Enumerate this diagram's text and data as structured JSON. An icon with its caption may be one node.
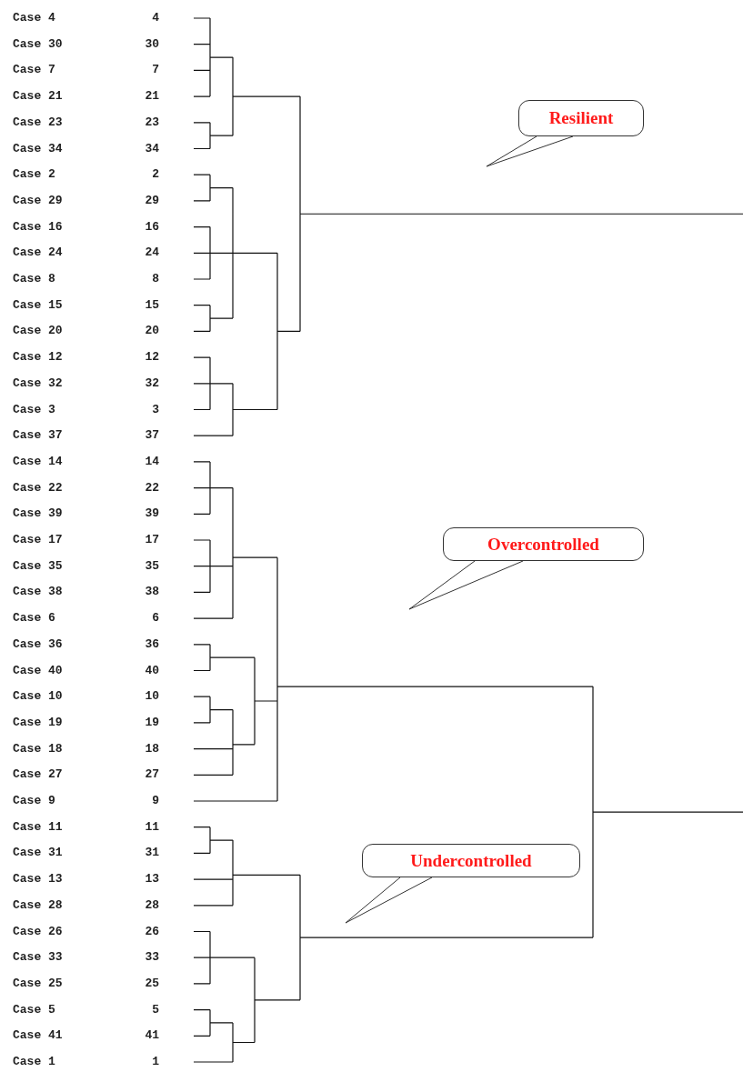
{
  "diagram": {
    "nodes": [
      {
        "text": [
          "Resilient"
        ]
      },
      {
        "text": [
          "Overcontrolled"
        ]
      },
      {
        "text": [
          "Undercontrolled"
        ]
      }
    ],
    "edges": [
      {
        "from": 0,
        "to": null,
        "arrow": "none"
      },
      {
        "from": 1,
        "to": null,
        "arrow": "none"
      },
      {
        "from": 2,
        "to": null,
        "arrow": "none"
      }
    ],
    "labels": [
      "Case 4",
      "4",
      "Case 30",
      "30",
      "Case 7",
      "7",
      "Case 21",
      "21",
      "Case 23",
      "23",
      "Case 34",
      "34",
      "Case 2",
      "2",
      "Case 29",
      "29",
      "Case 16",
      "16",
      "Case 24",
      "24",
      "Case 8",
      "8",
      "Case 15",
      "15",
      "Case 20",
      "20",
      "Case 12",
      "12",
      "Case 32",
      "32",
      "Case 3",
      "3",
      "Case 37",
      "37",
      "Case 14",
      "14",
      "Case 22",
      "22",
      "Case 39",
      "39",
      "Case 17",
      "17",
      "Case 35",
      "35",
      "Case 38",
      "38",
      "Case 6",
      "6",
      "Case 36",
      "36",
      "Case 40",
      "40",
      "Case 10",
      "10",
      "Case 19",
      "19",
      "Case 18",
      "18",
      "Case 27",
      "27",
      "Case 9",
      "9",
      "Case 11",
      "11",
      "Case 31",
      "31",
      "Case 13",
      "13",
      "Case 28",
      "28",
      "Case 26",
      "26",
      "Case 33",
      "33",
      "Case 25",
      "25",
      "Case 5",
      "5",
      "Case 41",
      "41",
      "Case 1",
      "1"
    ]
  }
}
